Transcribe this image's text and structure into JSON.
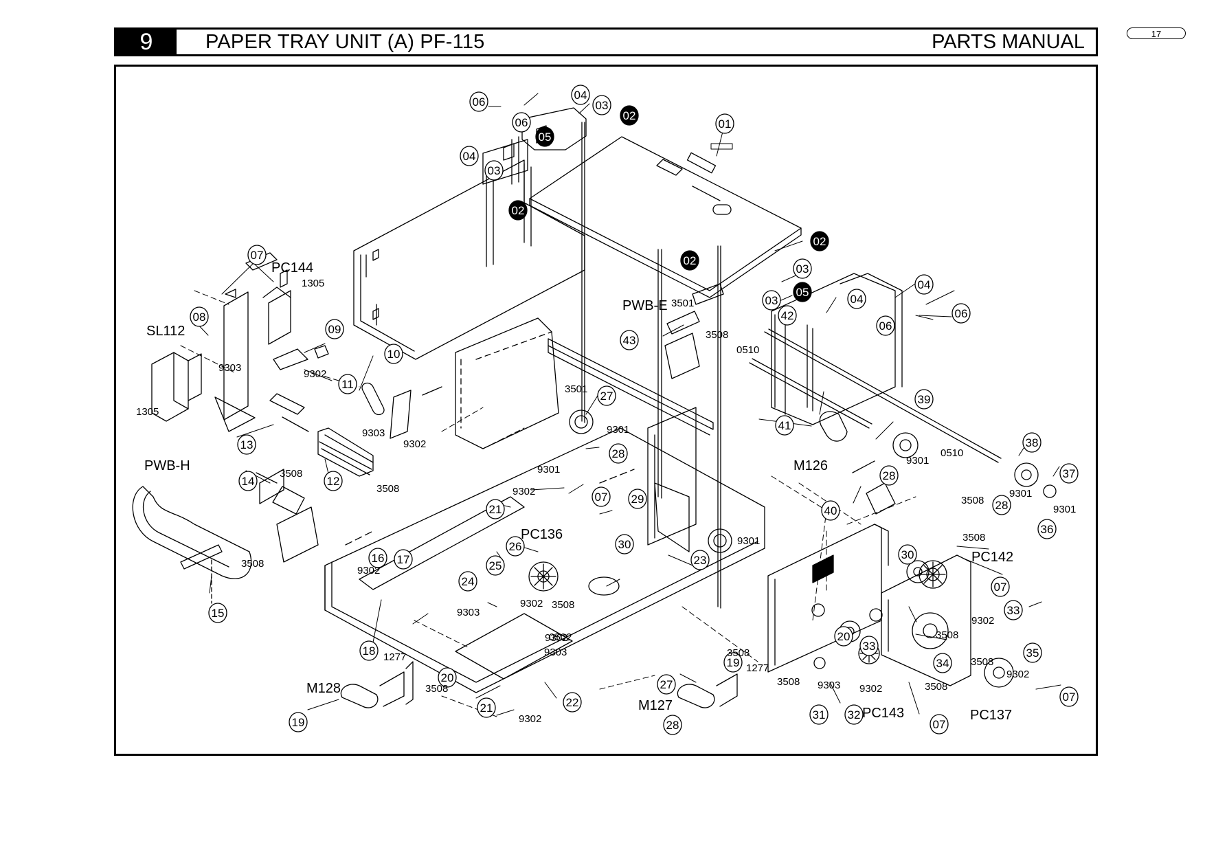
{
  "header": {
    "section_number": "9",
    "title": "PAPER TRAY UNIT (A) PF-115",
    "manual": "PARTS MANUAL"
  },
  "page_number": "17",
  "callouts": [
    {
      "label": "06",
      "filled": false
    },
    {
      "label": "06",
      "filled": false
    },
    {
      "label": "04",
      "filled": false
    },
    {
      "label": "03",
      "filled": false
    },
    {
      "label": "02",
      "filled": true
    },
    {
      "label": "05",
      "filled": true
    },
    {
      "label": "04",
      "filled": false
    },
    {
      "label": "03",
      "filled": false
    },
    {
      "label": "02",
      "filled": true
    },
    {
      "label": "01",
      "filled": false
    },
    {
      "label": "02",
      "filled": true
    },
    {
      "label": "02",
      "filled": true
    },
    {
      "label": "03",
      "filled": false
    },
    {
      "label": "05",
      "filled": true
    },
    {
      "label": "03",
      "filled": false
    },
    {
      "label": "42",
      "filled": false
    },
    {
      "label": "43",
      "filled": false
    },
    {
      "label": "04",
      "filled": false
    },
    {
      "label": "04",
      "filled": false
    },
    {
      "label": "06",
      "filled": false
    },
    {
      "label": "06",
      "filled": false
    },
    {
      "label": "07",
      "filled": false
    },
    {
      "label": "08",
      "filled": false
    },
    {
      "label": "09",
      "filled": false
    },
    {
      "label": "10",
      "filled": false
    },
    {
      "label": "11",
      "filled": false
    },
    {
      "label": "13",
      "filled": false
    },
    {
      "label": "14",
      "filled": false
    },
    {
      "label": "12",
      "filled": false
    },
    {
      "label": "15",
      "filled": false
    },
    {
      "label": "27",
      "filled": false
    },
    {
      "label": "28",
      "filled": false
    },
    {
      "label": "07",
      "filled": false
    },
    {
      "label": "29",
      "filled": false
    },
    {
      "label": "21",
      "filled": false
    },
    {
      "label": "26",
      "filled": false
    },
    {
      "label": "25",
      "filled": false
    },
    {
      "label": "24",
      "filled": false
    },
    {
      "label": "16",
      "filled": false
    },
    {
      "label": "17",
      "filled": false
    },
    {
      "label": "18",
      "filled": false
    },
    {
      "label": "20",
      "filled": false
    },
    {
      "label": "21",
      "filled": false
    },
    {
      "label": "22",
      "filled": false
    },
    {
      "label": "23",
      "filled": false
    },
    {
      "label": "30",
      "filled": false
    },
    {
      "label": "28",
      "filled": false
    },
    {
      "label": "27",
      "filled": false
    },
    {
      "label": "19",
      "filled": false
    },
    {
      "label": "19",
      "filled": false
    },
    {
      "label": "41",
      "filled": false
    },
    {
      "label": "39",
      "filled": false
    },
    {
      "label": "28",
      "filled": false
    },
    {
      "label": "38",
      "filled": false
    },
    {
      "label": "37",
      "filled": false
    },
    {
      "label": "36",
      "filled": false
    },
    {
      "label": "28",
      "filled": false
    },
    {
      "label": "40",
      "filled": false
    },
    {
      "label": "30",
      "filled": false
    },
    {
      "label": "07",
      "filled": false
    },
    {
      "label": "33",
      "filled": false
    },
    {
      "label": "20",
      "filled": false
    },
    {
      "label": "33",
      "filled": false
    },
    {
      "label": "34",
      "filled": false
    },
    {
      "label": "35",
      "filled": false
    },
    {
      "label": "07",
      "filled": false
    },
    {
      "label": "31",
      "filled": false
    },
    {
      "label": "32",
      "filled": false
    },
    {
      "label": "07",
      "filled": false
    }
  ],
  "component_labels": [
    "PC144",
    "SL112",
    "PWB-H",
    "PWB-E",
    "PC136",
    "M128",
    "M127",
    "M126",
    "PC142",
    "PC143",
    "PC137"
  ],
  "fastener_labels": [
    "1305",
    "1305",
    "9303",
    "9302",
    "9303",
    "9302",
    "3508",
    "3508",
    "3508",
    "3501",
    "3508",
    "3501",
    "0510",
    "9301",
    "9301",
    "9302",
    "9302",
    "3508",
    "9302",
    "9303",
    "9302",
    "0502",
    "9303",
    "1277",
    "3508",
    "9302",
    "9301",
    "3508",
    "1277",
    "3508",
    "9303",
    "9302",
    "3508",
    "0510",
    "9301",
    "9301",
    "9301",
    "3508",
    "3508",
    "9302",
    "3508",
    "9302",
    "3508"
  ]
}
